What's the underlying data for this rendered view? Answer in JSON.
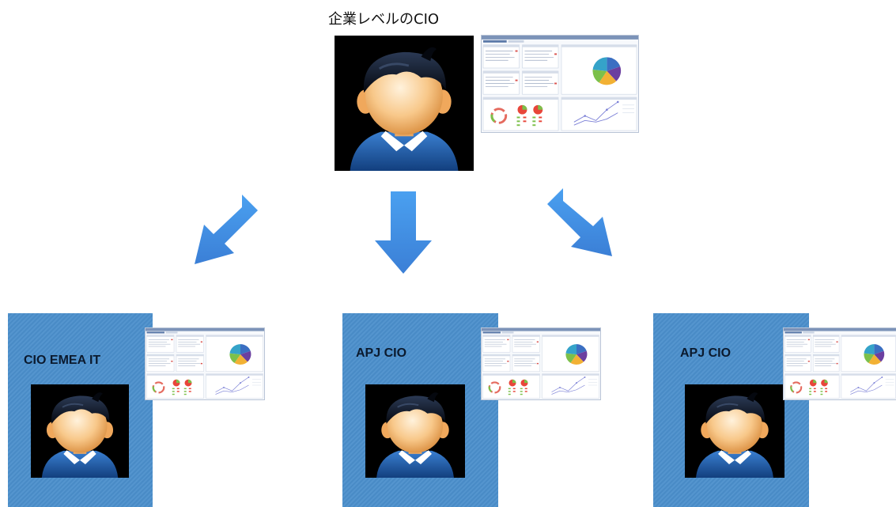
{
  "top": {
    "title": "企業レベルのCIO"
  },
  "panels": [
    {
      "label": "CIO EMEA IT"
    },
    {
      "label": "APJ CIO"
    },
    {
      "label": "APJ CIO"
    }
  ],
  "colors": {
    "panel_blue": "#4b8fcc",
    "arrow_blue": "#4a90e2",
    "avatar_bg": "#000000",
    "shirt_blue": "#1f5fae",
    "hair": "#0a0f1a",
    "face": "#f8c88a"
  },
  "icons": [
    "person-avatar-icon",
    "dashboard-thumbnail",
    "arrow-down-left-icon",
    "arrow-down-icon",
    "arrow-down-right-icon"
  ]
}
